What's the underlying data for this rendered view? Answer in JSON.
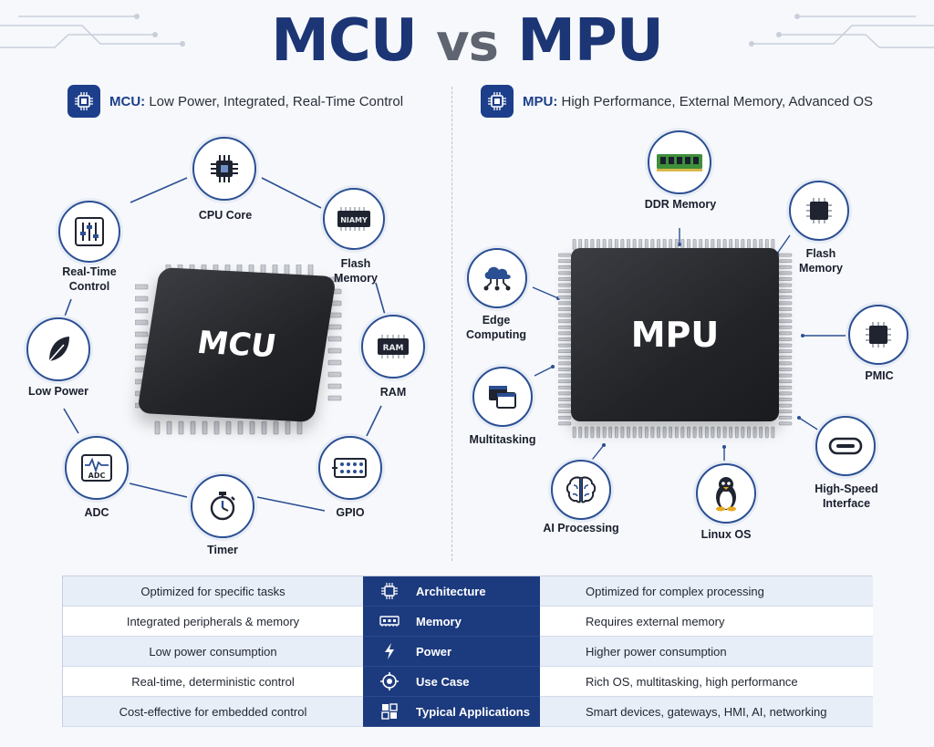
{
  "title": {
    "left": "MCU",
    "vs": "vs",
    "right": "MPU"
  },
  "mcu": {
    "heading_bold": "MCU:",
    "heading_rest": " Low Power, Integrated, Real-Time Control",
    "chip_label": "MCU",
    "nodes": {
      "cpu": "CPU Core",
      "flash": "Flash Memory",
      "flash_chip_text": "NIAMY",
      "ram": "RAM",
      "ram_chip_text": "RAM",
      "gpio": "GPIO",
      "timer": "Timer",
      "adc": "ADC",
      "adc_icon_text": "ADC",
      "low_power": "Low Power",
      "realtime": "Real-Time Control"
    }
  },
  "mpu": {
    "heading_bold": "MPU:",
    "heading_rest": " High Performance, External Memory, Advanced OS",
    "chip_label": "MPU",
    "nodes": {
      "ddr": "DDR Memory",
      "flash": "Flash Memory",
      "pmic": "PMIC",
      "hsi": "High-Speed Interface",
      "linux": "Linux OS",
      "ai": "AI Processing",
      "multitasking": "Multitasking",
      "edge": "Edge Computing"
    }
  },
  "table": {
    "rows": [
      {
        "left": "Optimized for specific tasks",
        "mid": "Architecture",
        "right": "Optimized for complex processing",
        "icon": "chip-icon"
      },
      {
        "left": "Integrated peripherals & memory",
        "mid": "Memory",
        "right": "Requires external memory",
        "icon": "memory-icon"
      },
      {
        "left": "Low power consumption",
        "mid": "Power",
        "right": "Higher power consumption",
        "icon": "lightning-icon"
      },
      {
        "left": "Real-time, deterministic control",
        "mid": "Use Case",
        "right": "Rich OS, multitasking, high performance",
        "icon": "target-icon"
      },
      {
        "left": "Cost-effective for embedded control",
        "mid": "Typical Applications",
        "right": "Smart devices, gateways, HMI, AI, networking",
        "icon": "grid-icon"
      }
    ]
  },
  "colors": {
    "navy": "#1c3a7e",
    "accent": "#2b4f93",
    "title": "#1b3575"
  }
}
